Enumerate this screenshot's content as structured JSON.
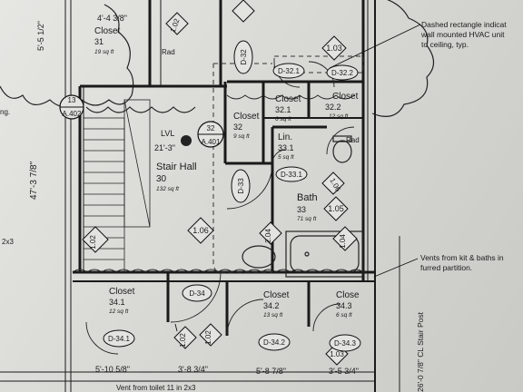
{
  "rooms": [
    {
      "id": "closet-31",
      "name": "Closet",
      "num": "31",
      "area": "19 sq ft"
    },
    {
      "id": "stair-hall-30",
      "name": "Stair Hall",
      "num": "30",
      "area": "132 sq ft"
    },
    {
      "id": "closet-32-1",
      "name": "Closet",
      "num": "32.1",
      "area": "6 sq ft"
    },
    {
      "id": "closet-32-2",
      "name": "Closet",
      "num": "32.2",
      "area": "12 sq ft"
    },
    {
      "id": "closet-32",
      "name": "Closet",
      "num": "32",
      "area": "9 sq ft"
    },
    {
      "id": "lin-33-1",
      "name": "Lin.",
      "num": "33.1",
      "area": "5 sq ft"
    },
    {
      "id": "bath-33",
      "name": "Bath",
      "num": "33",
      "area": "71 sq ft"
    },
    {
      "id": "closet-34-1",
      "name": "Closet",
      "num": "34.1",
      "area": "12 sq ft"
    },
    {
      "id": "closet-34-2",
      "name": "Closet",
      "num": "34.2",
      "area": "13 sq ft"
    },
    {
      "id": "closet-34-3",
      "name": "Close",
      "num": "34.3",
      "area": "6 sq ft"
    }
  ],
  "dimensions": {
    "top": "4'-4 3/8\"",
    "left_upper": "5'-5 1/2\"",
    "left_main": "47'-3 7/8\"",
    "stair_width": "21'-3\"",
    "bottom_1": "5'-10 5/8\"",
    "bottom_2": "3'-8 3/4\"",
    "bottom_3": "5'-8 7/8\"",
    "bottom_4": "3'-5 3/4\"",
    "right_post": "26'-0 7/8\" CL Stair Post"
  },
  "doors": [
    "D-32",
    "D-32.1",
    "D-32.2",
    "D-33",
    "D-33.1",
    "D-34",
    "D-34.1",
    "D-34.2",
    "D-34.3"
  ],
  "tags": [
    "1.02",
    "1.03",
    "1.04",
    "1.05",
    "1.06",
    "2.04",
    "1.02",
    "1.02",
    "1.02",
    "1.02",
    "1.06",
    "1.03"
  ],
  "section_marks": {
    "m13": "13",
    "a402": "A.402",
    "m32": "32",
    "a401": "A.401"
  },
  "misc": {
    "lvl": "LVL",
    "rad": "Rad",
    "rad2": "Rad",
    "ng": "ng.",
    "two_by_three": "2x3"
  },
  "notes": {
    "hvac_1": "Dashed rectangle indicat",
    "hvac_2": "wall mounted HVAC unit",
    "hvac_3": "to ceiling, typ.",
    "vents_1": "Vents from kit & baths in",
    "vents_2": "furred partition.",
    "bottom": "Vent from toilet 11 in 2x3"
  }
}
